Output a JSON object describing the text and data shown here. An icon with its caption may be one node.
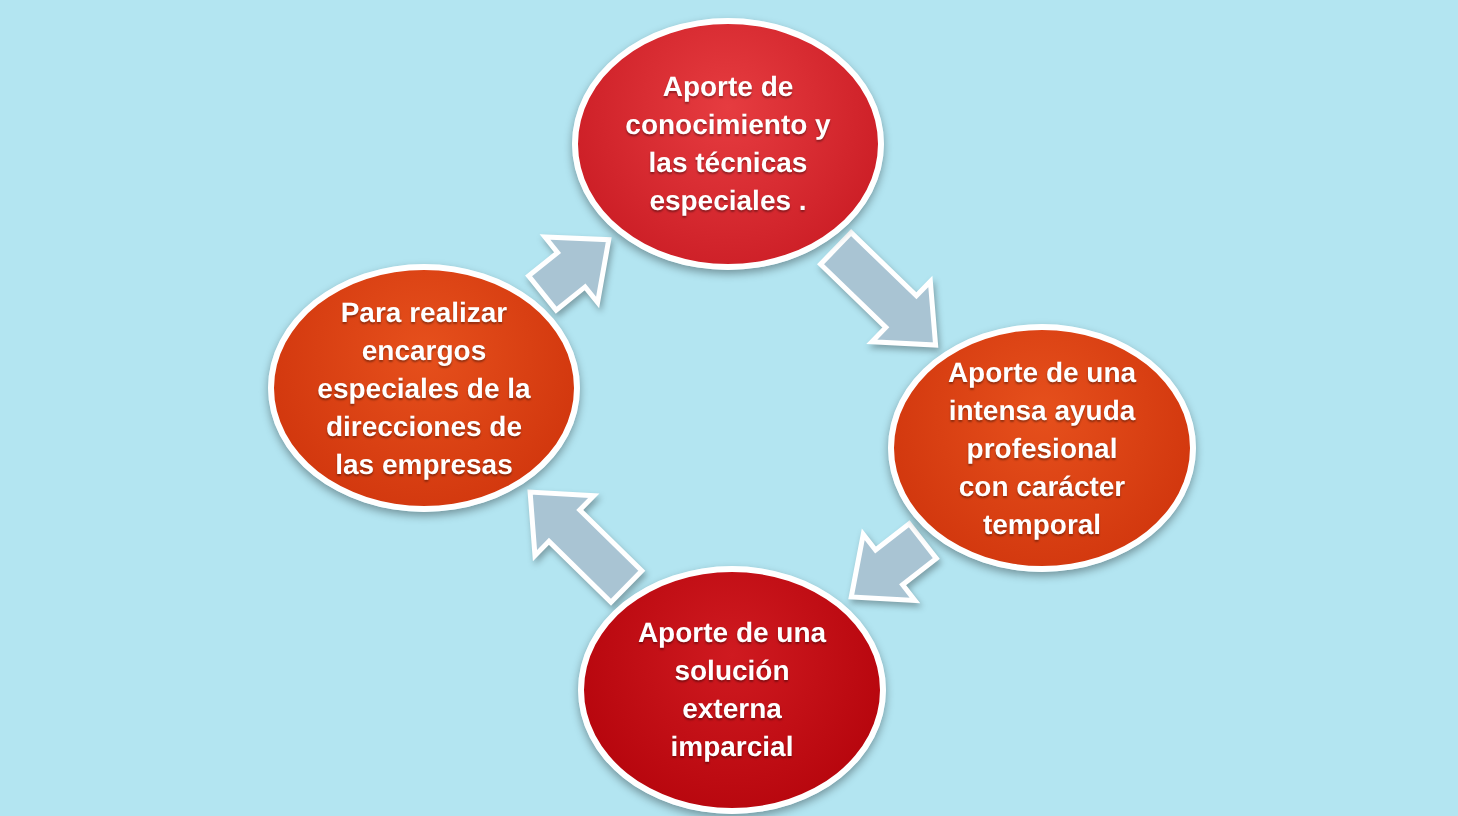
{
  "diagram": {
    "nodes": [
      {
        "text": [
          "Aporte de conocimiento y las técnicas especiales ."
        ]
      },
      {
        "text": [
          "Aporte de una intensa ayuda profesional con carácter temporal"
        ]
      },
      {
        "text": [
          "Aporte de una solución externa imparcial"
        ]
      },
      {
        "text": [
          "Para realizar encargos especiales de la direcciones de las empresas"
        ]
      }
    ],
    "edges": [
      {
        "from": 0,
        "to": 1,
        "arrow": "to"
      },
      {
        "from": 1,
        "to": 2,
        "arrow": "to"
      },
      {
        "from": 2,
        "to": 3,
        "arrow": "to"
      },
      {
        "from": 3,
        "to": 0,
        "arrow": "to"
      }
    ]
  }
}
